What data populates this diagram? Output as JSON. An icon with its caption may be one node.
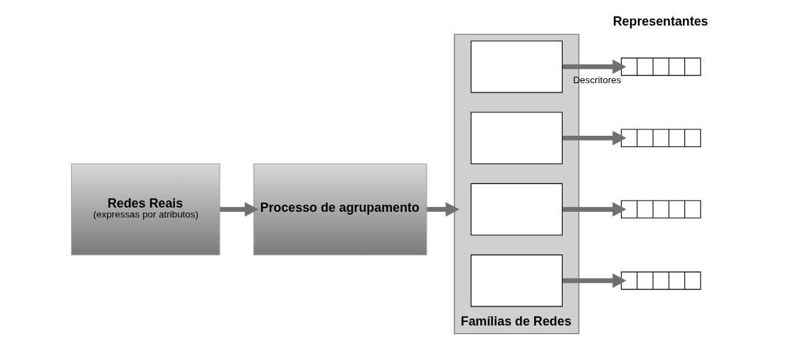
{
  "diagram": {
    "nodes": [
      {
        "text": [
          "Redes Reais",
          "(expressas por atributos)"
        ]
      },
      {
        "text": [
          "Processo de agrupamento"
        ]
      },
      {
        "text": [
          "Famílias de Redes"
        ]
      },
      {
        "text": [],
        "shape": "box",
        "in": 2
      },
      {
        "text": [],
        "shape": "box",
        "in": 2
      },
      {
        "text": [],
        "shape": "box",
        "in": 2
      },
      {
        "text": [],
        "shape": "box",
        "in": 2
      },
      {
        "text": [],
        "shape": "bar",
        "beside": [
          "Descritores"
        ]
      },
      {
        "text": [],
        "shape": "bar"
      },
      {
        "text": [],
        "shape": "bar"
      },
      {
        "text": [],
        "shape": "bar"
      }
    ],
    "edges": [
      {
        "from": 0,
        "to": 1,
        "arrow": "to"
      },
      {
        "from": 1,
        "to": 2,
        "arrow": "to"
      },
      {
        "from": 3,
        "to": 7,
        "arrow": "to"
      },
      {
        "from": 4,
        "to": 8,
        "arrow": "to"
      },
      {
        "from": 5,
        "to": 9,
        "arrow": "to"
      },
      {
        "from": 6,
        "to": 10,
        "arrow": "to"
      }
    ],
    "labels": [
      "Representantes"
    ]
  }
}
